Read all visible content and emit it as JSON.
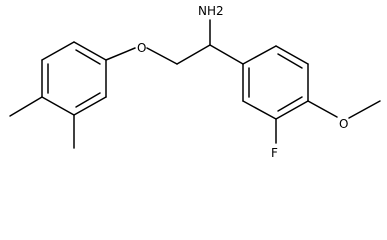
{
  "molecule": {
    "atoms": {
      "amine": "NH2",
      "ether_oxygen": "O",
      "methoxy_oxygen": "O",
      "fluorine": "F"
    }
  }
}
